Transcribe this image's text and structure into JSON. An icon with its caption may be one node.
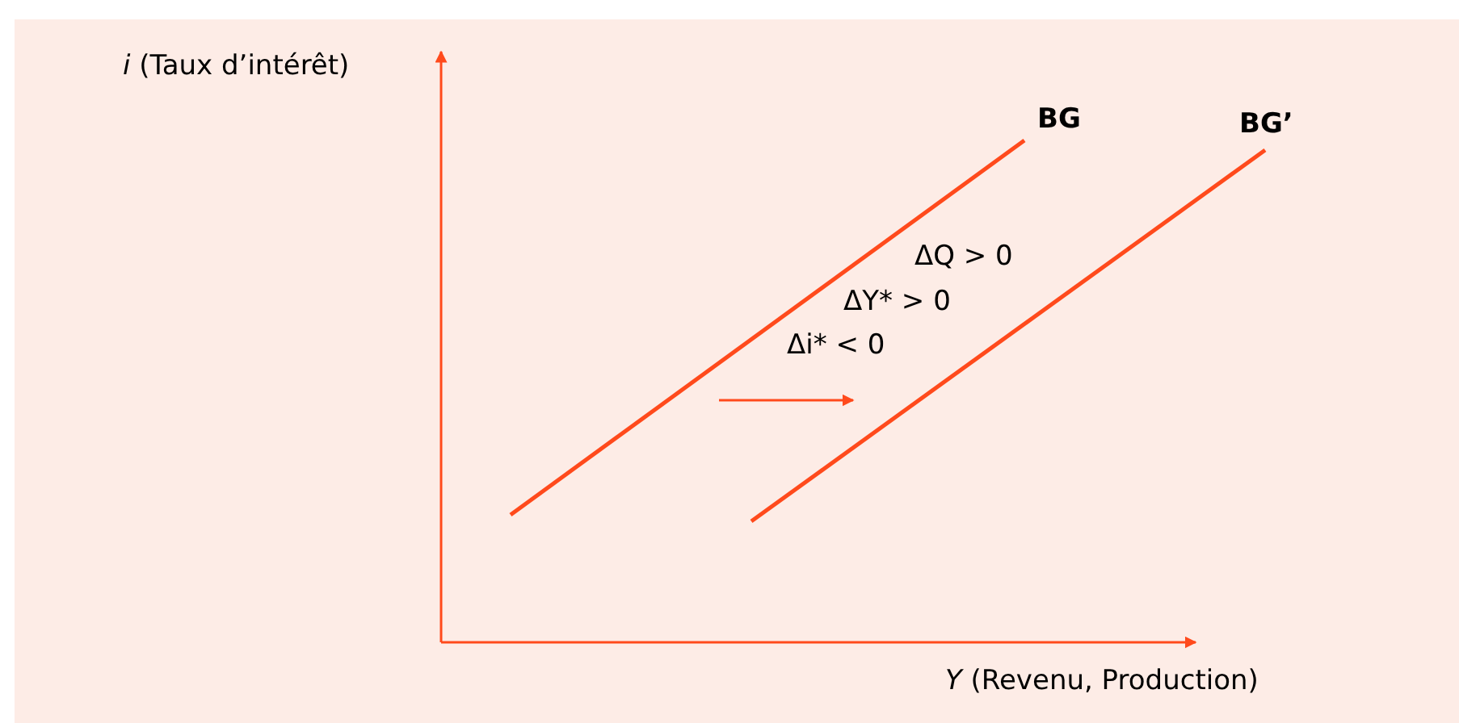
{
  "diagram": {
    "labels": [
      "*i* (Taux d’intérêt)",
      "BG",
      "BG’",
      "ΔQ > 0",
      "ΔY* > 0",
      "Δi* < 0",
      "*Y* (Revenu, Production)"
    ]
  }
}
